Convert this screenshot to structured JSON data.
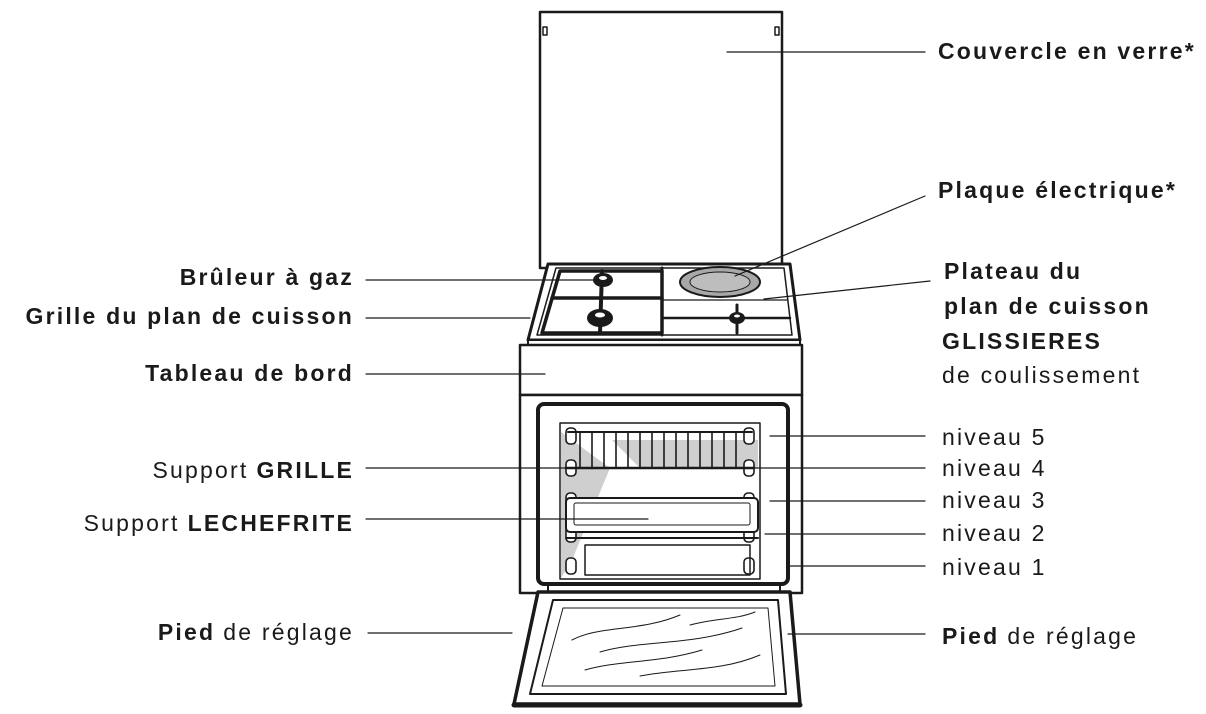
{
  "labels": {
    "lid": "Couvercle en verre*",
    "electric_plate": "Plaque électrique*",
    "hob_tray": {
      "line1": "Plateau du",
      "line2": "plan de cuisson"
    },
    "gas_burner": "Brûleur à gaz",
    "hob_grid": "Grille du plan de cuisson",
    "control_panel": "Tableau de bord",
    "slides": {
      "title": "GLISSIERES",
      "subtitle": "de coulissement"
    },
    "levels": [
      "niveau 5",
      "niveau 4",
      "niveau 3",
      "niveau 2",
      "niveau 1"
    ],
    "support_grille": {
      "normal": "Support",
      "bold": "GRILLE"
    },
    "support_lechefrite": {
      "normal": "Support",
      "bold": "LECHEFRITE"
    },
    "foot_left": {
      "bold": "Pied",
      "normal": "de réglage"
    },
    "foot_right": {
      "bold": "Pied",
      "normal": "de réglage"
    }
  },
  "colors": {
    "ink": "#1a1a1a",
    "shade": "#cfcfcf",
    "plate": "#a8a8a8"
  }
}
